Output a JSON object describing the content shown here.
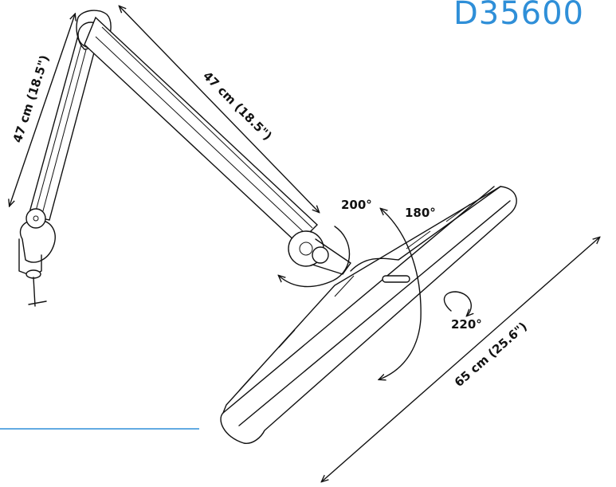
{
  "model_code": "D35600",
  "dimensions": {
    "lower_arm": "47 cm (18.5\")",
    "upper_arm": "47 cm (18.5\")",
    "head": "65 cm (25.6\")"
  },
  "angles": {
    "elbow": "200°",
    "head_tilt": "180°",
    "head_rotate": "220°"
  },
  "colors": {
    "accent": "#2f8fd8",
    "line": "#111111"
  }
}
